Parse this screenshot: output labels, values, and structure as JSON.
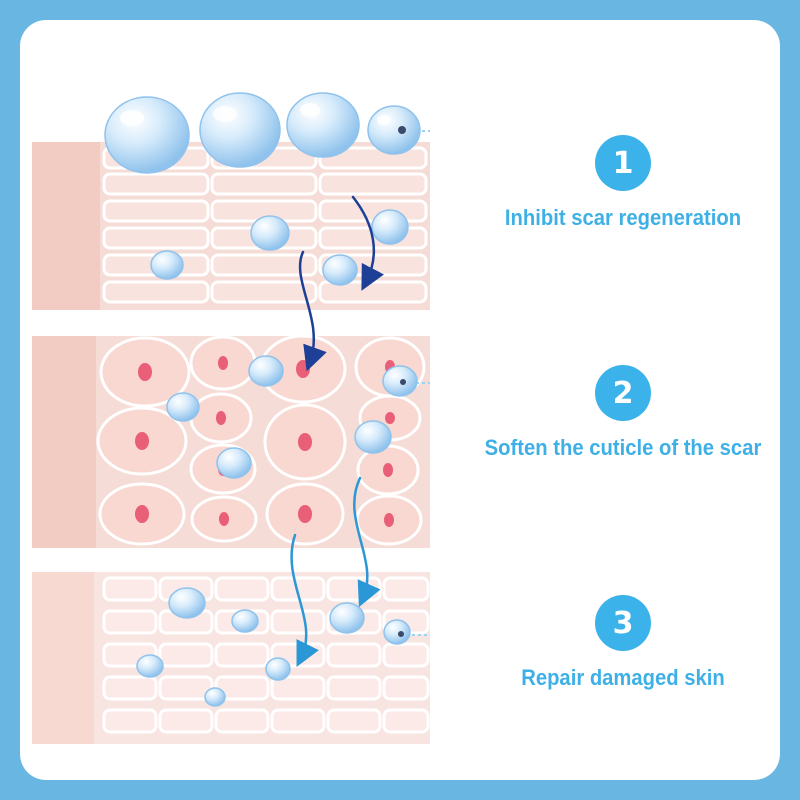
{
  "steps": [
    {
      "number": "1",
      "label": "Inhibit scar regeneration"
    },
    {
      "number": "2",
      "label": "Soften the cuticle of the scar"
    },
    {
      "number": "3",
      "label": "Repair damaged skin"
    }
  ],
  "colors": {
    "background": "#6ab6e3",
    "accent": "#3cb2ea",
    "text_accent": "#3eb0e6",
    "skin": "#f6dcd6",
    "cell_outline": "#ffffff",
    "nucleus": "#e95f78",
    "arrow_dark": "#1d3f96",
    "arrow_light": "#2a97d6",
    "droplet": "#a9d3f3"
  },
  "icons": [
    "water-droplet-icon",
    "arrow-icon"
  ]
}
